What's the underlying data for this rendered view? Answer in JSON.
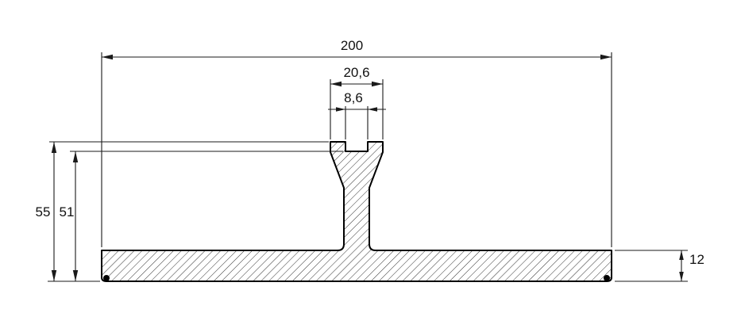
{
  "drawing": {
    "dimensions": {
      "overall_width": "200",
      "head_width": "20,6",
      "slot_width": "8,6",
      "overall_height": "55",
      "inner_height": "51",
      "flange_thickness": "12"
    }
  }
}
